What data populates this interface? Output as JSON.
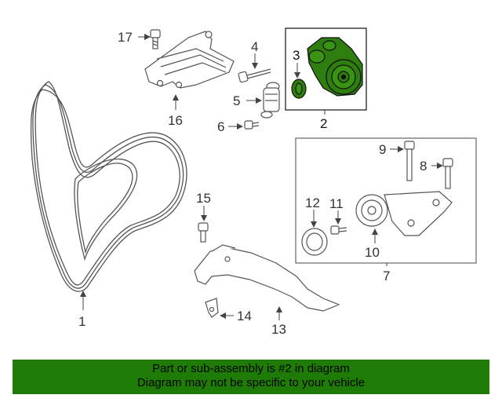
{
  "diagram": {
    "callouts": {
      "c1": "1",
      "c2": "2",
      "c3": "3",
      "c4": "4",
      "c5": "5",
      "c6": "6",
      "c7": "7",
      "c8": "8",
      "c9": "9",
      "c10": "10",
      "c11": "11",
      "c12": "12",
      "c13": "13",
      "c14": "14",
      "c15": "15",
      "c16": "16",
      "c17": "17"
    },
    "highlight_color": "#2e7d0f"
  },
  "banner": {
    "line1": "Part or sub-assembly is #2 in diagram",
    "line2": "Diagram may not be specific to your vehicle",
    "background": "#1e7b06"
  }
}
